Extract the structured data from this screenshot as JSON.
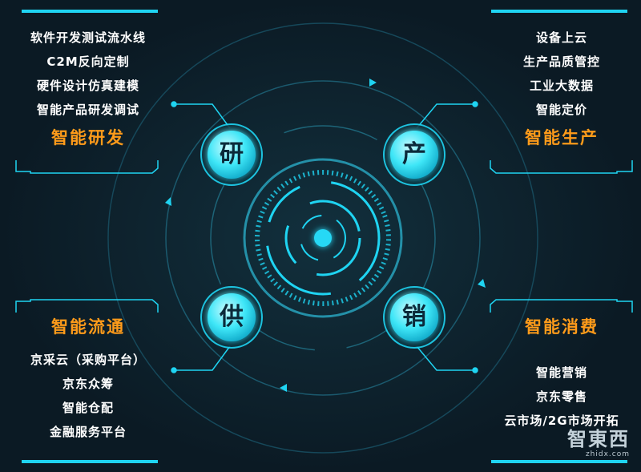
{
  "center": {
    "nodes": [
      {
        "char": "研"
      },
      {
        "char": "产"
      },
      {
        "char": "供"
      },
      {
        "char": "销"
      }
    ]
  },
  "panels": {
    "rd": {
      "items": [
        "软件开发测试流水线",
        "C2M反向定制",
        "硬件设计仿真建模",
        "智能产品研发调试"
      ],
      "heading": "智能研发"
    },
    "production": {
      "items": [
        "设备上云",
        "生产品质管控",
        "工业大数据",
        "智能定价"
      ],
      "heading": "智能生产"
    },
    "circulation": {
      "heading": "智能流通",
      "items": [
        "京采云（采购平台）",
        "京东众筹",
        "智能仓配",
        "金融服务平台"
      ]
    },
    "consumption": {
      "heading": "智能消费",
      "items": [
        "智能营销",
        "京东零售",
        "云市场/2G市场开拓"
      ]
    }
  },
  "watermark": {
    "logo": "智東西",
    "url": "zhidx.com"
  },
  "colors": {
    "background": "#0b1a24",
    "accent": "#1fd4f2",
    "heading": "#ff9b1a",
    "text": "#ffffff"
  }
}
